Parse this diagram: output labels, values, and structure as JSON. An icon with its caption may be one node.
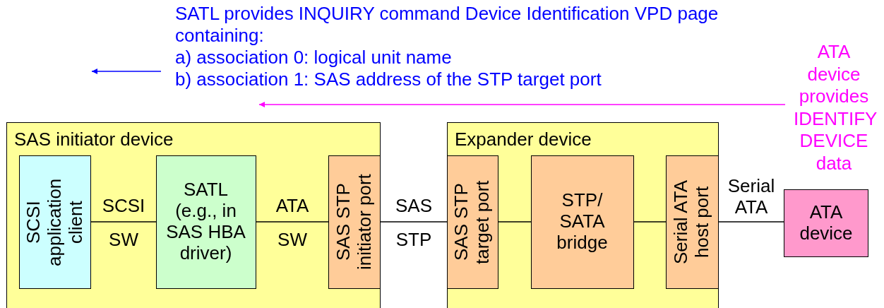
{
  "diagram": {
    "nodes": [
      {
        "text": [
          "SAS initiator device"
        ]
      },
      {
        "text": [
          "SCSI application client"
        ],
        "in": 0
      },
      {
        "text": [
          "SATL (e.g., in SAS HBA driver)"
        ],
        "in": 0
      },
      {
        "text": [
          "SAS STP initiator port"
        ],
        "in": 0
      },
      {
        "text": [
          "Expander device"
        ]
      },
      {
        "text": [
          "SAS STP target port"
        ],
        "in": 4
      },
      {
        "text": [
          "STP/ SATA bridge"
        ],
        "in": 4
      },
      {
        "text": [
          "Serial ATA host port"
        ],
        "in": 4
      },
      {
        "text": [
          "ATA device"
        ]
      },
      {
        "text": [
          "SATL provides INQUIRY command Device Identification VPD page containing:",
          "a) association 0: logical unit name",
          "b) association 1: SAS address of the STP target port"
        ]
      },
      {
        "text": [
          "ATA device provides IDENTIFY DEVICE data"
        ]
      }
    ],
    "edges": [
      {
        "from": 1,
        "to": 2,
        "arrow": "none"
      },
      {
        "from": 2,
        "to": 3,
        "arrow": "none"
      },
      {
        "from": 3,
        "to": 5,
        "arrow": "none"
      },
      {
        "from": 5,
        "to": 6,
        "arrow": "none"
      },
      {
        "from": 6,
        "to": 7,
        "arrow": "none"
      },
      {
        "from": 7,
        "to": 8,
        "arrow": "none"
      },
      {
        "from": 9,
        "to": null,
        "arrow": "to",
        "color": "#0000ff"
      },
      {
        "from": 10,
        "to": 9,
        "arrow": "to",
        "color": "#ff00ff"
      }
    ],
    "labels": [
      "SCSI",
      "SW",
      "ATA",
      "SW",
      "SAS",
      "STP",
      "Serial ATA"
    ]
  }
}
